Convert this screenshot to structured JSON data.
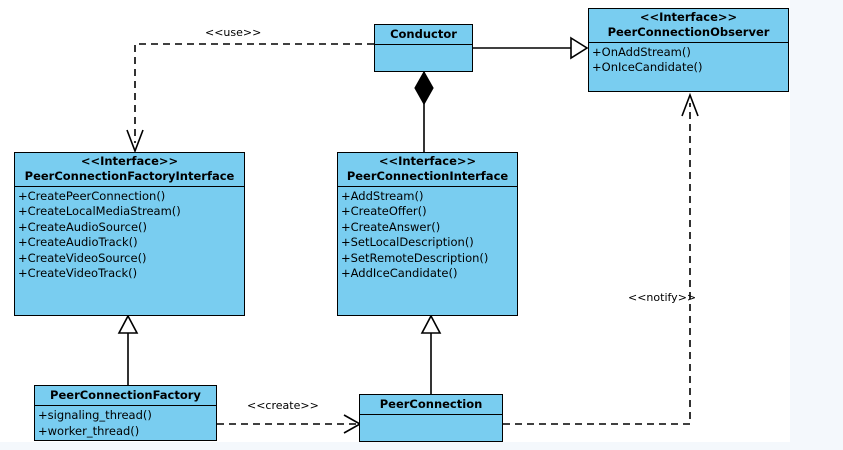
{
  "diagram": {
    "title": "WebRTC PeerConnection UML class diagram",
    "type": "uml-class-diagram",
    "canvas_background": "#ffffff",
    "page_background": "#f4f8fc",
    "class_fill_color": "#79cdf0",
    "line_color": "#000000"
  },
  "classes": {
    "conductor": {
      "stereotype": "",
      "name": "Conductor",
      "members": []
    },
    "peer_connection_observer": {
      "stereotype": "<<Interface>>",
      "name": "PeerConnectionObserver",
      "members": [
        "+OnAddStream()",
        "+OnIceCandidate()"
      ]
    },
    "peer_connection_factory_interface": {
      "stereotype": "<<Interface>>",
      "name": "PeerConnectionFactoryInterface",
      "members": [
        "+CreatePeerConnection()",
        "+CreateLocalMediaStream()",
        "+CreateAudioSource()",
        "+CreateAudioTrack()",
        "+CreateVideoSource()",
        "+CreateVideoTrack()"
      ]
    },
    "peer_connection_interface": {
      "stereotype": "<<Interface>>",
      "name": "PeerConnectionInterface",
      "members": [
        "+AddStream()",
        "+CreateOffer()",
        "+CreateAnswer()",
        "+SetLocalDescription()",
        "+SetRemoteDescription()",
        "+AddIceCandidate()"
      ]
    },
    "peer_connection_factory": {
      "stereotype": "",
      "name": "PeerConnectionFactory",
      "members": [
        "+signaling_thread()",
        "+worker_thread()"
      ]
    },
    "peer_connection": {
      "stereotype": "",
      "name": "PeerConnection",
      "members": []
    }
  },
  "relations": {
    "use": {
      "label": "<<use>>",
      "style": "dashed",
      "arrow": "open"
    },
    "create": {
      "label": "<<create>>",
      "style": "dashed",
      "arrow": "open"
    },
    "notify": {
      "label": "<<notify>>",
      "style": "dashed",
      "arrow": "open"
    },
    "realizes_observer": {
      "label": "",
      "style": "solid",
      "arrow": "hollow-triangle"
    },
    "composition": {
      "label": "",
      "style": "solid",
      "arrow": "filled-diamond"
    },
    "generalization_factory": {
      "label": "",
      "style": "solid",
      "arrow": "hollow-triangle"
    },
    "generalization_connection": {
      "label": "",
      "style": "solid",
      "arrow": "hollow-triangle"
    }
  }
}
